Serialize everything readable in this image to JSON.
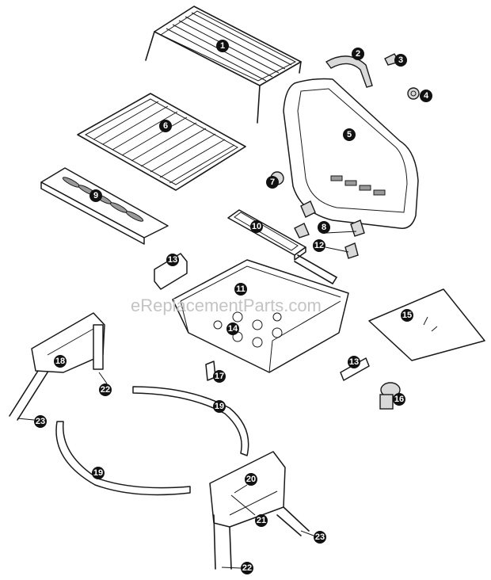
{
  "watermark": "eReplacementParts.com",
  "callouts": [
    "1",
    "2",
    "3",
    "4",
    "5",
    "6",
    "7",
    "8",
    "9",
    "10",
    "11",
    "12",
    "13",
    "13",
    "14",
    "15",
    "16",
    "17",
    "18",
    "19",
    "19",
    "20",
    "21",
    "22",
    "22",
    "23",
    "23"
  ]
}
